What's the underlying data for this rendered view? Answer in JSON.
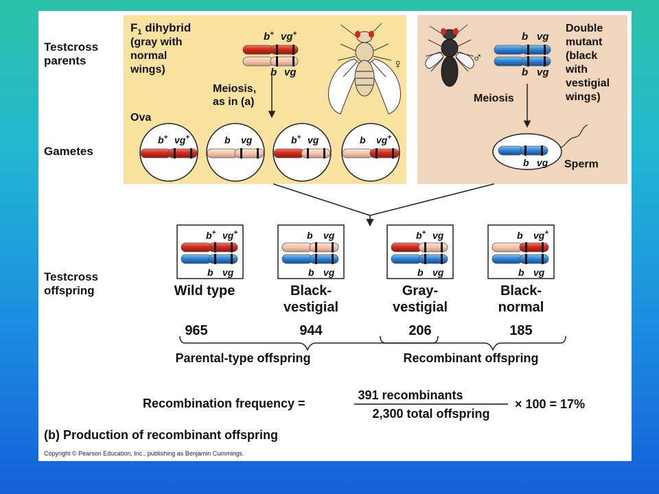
{
  "row_labels": {
    "parents_line1": "Testcross",
    "parents_line2": "parents",
    "gametes": "Gametes",
    "offspring_line1": "Testcross",
    "offspring_line2": "offspring"
  },
  "female_parent": {
    "title_f": "F",
    "title_sub": "1",
    "title_rest": " dihybrid",
    "desc": [
      "(gray with",
      "normal",
      "wings)"
    ],
    "allele_top_b": "b",
    "allele_top_vg": "vg",
    "allele_plus": "+",
    "allele_bottom_b": "b",
    "allele_bottom_vg": "vg",
    "meiosis_line1": "Meiosis,",
    "meiosis_line2": "as in (a)",
    "ova": "Ova",
    "symbol": "♀"
  },
  "male_parent": {
    "desc": [
      "Double",
      "mutant",
      "(black",
      "with",
      "vestigial",
      "wings)"
    ],
    "allele_b": "b",
    "allele_vg": "vg",
    "meiosis": "Meiosis",
    "sperm": "Sperm",
    "symbol": "♂"
  },
  "gametes": [
    {
      "b": "b",
      "b_plus": "+",
      "vg": "vg",
      "vg_plus": "+"
    },
    {
      "b": "b",
      "b_plus": "",
      "vg": "vg",
      "vg_plus": ""
    },
    {
      "b": "b",
      "b_plus": "+",
      "vg": "vg",
      "vg_plus": ""
    },
    {
      "b": "b",
      "b_plus": "",
      "vg": "vg",
      "vg_plus": "+"
    }
  ],
  "sperm_alleles": {
    "b": "b",
    "vg": "vg"
  },
  "offspring": [
    {
      "b": "b",
      "b_plus": "+",
      "vg": "vg",
      "vg_plus": "+",
      "name": [
        "Wild type"
      ],
      "count": "965"
    },
    {
      "b": "b",
      "b_plus": "",
      "vg": "vg",
      "vg_plus": "",
      "name": [
        "Black-",
        "vestigial"
      ],
      "count": "944"
    },
    {
      "b": "b",
      "b_plus": "+",
      "vg": "vg",
      "vg_plus": "",
      "name": [
        "Gray-",
        "vestigial"
      ],
      "count": "206"
    },
    {
      "b": "b",
      "b_plus": "",
      "vg": "vg",
      "vg_plus": "+",
      "name": [
        "Black-",
        "normal"
      ],
      "count": "185"
    }
  ],
  "bottom_allele": {
    "b": "b",
    "vg": "vg"
  },
  "groups": {
    "parental": "Parental-type offspring",
    "recombinant": "Recombinant offspring"
  },
  "formula": {
    "lhs": "Recombination frequency =",
    "numerator": "391 recombinants",
    "denominator": "2,300 total offspring",
    "rhs": "× 100 = 17%"
  },
  "caption": "(b) Production of recombinant offspring",
  "copyright": "Copyright © Pearson Education, Inc., publishing as Benjamin Cummings.",
  "colors": {
    "red_chromosome": "#d42a1c",
    "pink_chromosome": "#f6c4ac",
    "blue_chromosome": "#2f86d6",
    "female_panel": "#f9e1a0",
    "male_panel": "#efd6bd"
  }
}
